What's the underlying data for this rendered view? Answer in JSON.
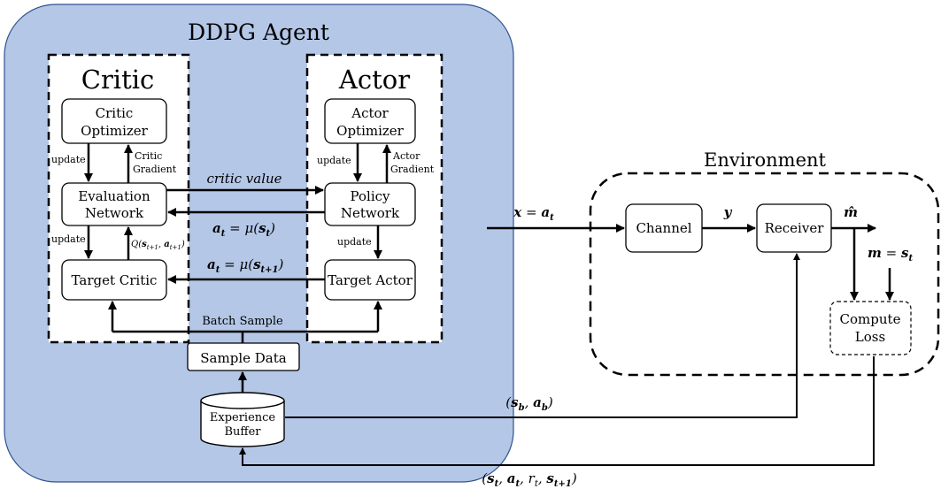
{
  "agent": {
    "title": "DDPG Agent",
    "critic": {
      "title": "Critic",
      "optimizer": [
        "Critic",
        "Optimizer"
      ],
      "evaluation": [
        "Evaluation",
        "Network"
      ],
      "target": "Target Critic",
      "update_top": "update",
      "update_bottom": "update",
      "gradient": [
        "Critic",
        "Gradient"
      ]
    },
    "actor": {
      "title": "Actor",
      "optimizer": [
        "Actor",
        "Optimizer"
      ],
      "policy": [
        "Policy",
        "Network"
      ],
      "target": "Target Actor",
      "update_top": "update",
      "update_bottom": "update",
      "gradient": [
        "Actor",
        "Gradient"
      ]
    },
    "batch_sample": "Batch Sample",
    "sample_data": "Sample Data",
    "buffer": [
      "Experience",
      "Buffer"
    ]
  },
  "environment": {
    "title": "Environment",
    "channel": "Channel",
    "receiver": "Receiver",
    "compute_loss": [
      "Compute",
      "Loss"
    ]
  },
  "colors": {
    "agent_fill": "#b4c7e7",
    "agent_stroke": "#2f528f",
    "box_fill": "#ffffff",
    "stroke": "#000000"
  }
}
